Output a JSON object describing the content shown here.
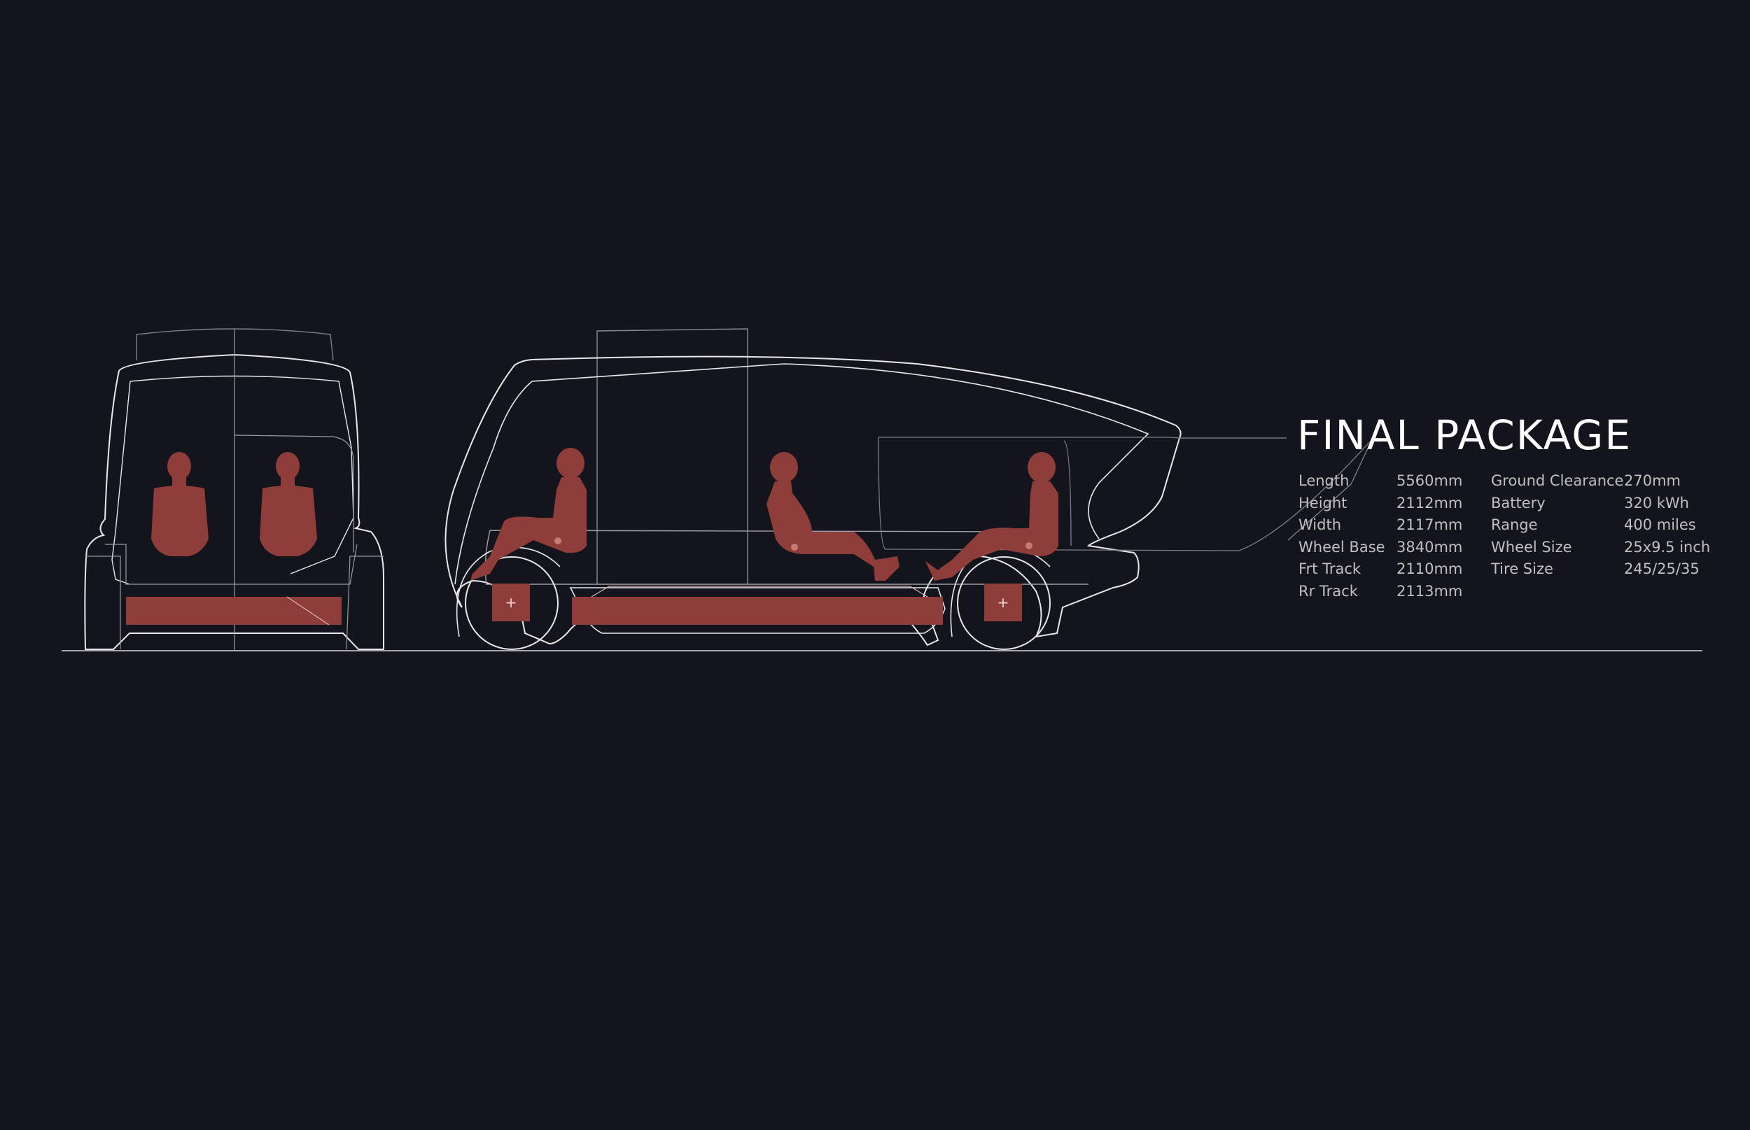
{
  "title": "FINAL PACKAGE",
  "specs_left": [
    {
      "label": "Length",
      "value": "5560mm"
    },
    {
      "label": "Height",
      "value": "2112mm"
    },
    {
      "label": "Width",
      "value": "2117mm"
    },
    {
      "label": "Wheel Base",
      "value": "3840mm"
    },
    {
      "label": "Frt Track",
      "value": "2110mm"
    },
    {
      "label": "Rr  Track",
      "value": "2113mm"
    }
  ],
  "specs_right": [
    {
      "label": "Ground Clearance",
      "value": "270mm"
    },
    {
      "label": "Battery",
      "value": "320 kWh"
    },
    {
      "label": "Range",
      "value": "400 miles"
    },
    {
      "label": "Wheel Size",
      "value": "25x9.5 inch"
    },
    {
      "label": "Tire Size",
      "value": "245/25/35"
    }
  ],
  "colors": {
    "background": "#14151c",
    "outline": "#e8e8ec",
    "accent": "#8f3d3a"
  }
}
